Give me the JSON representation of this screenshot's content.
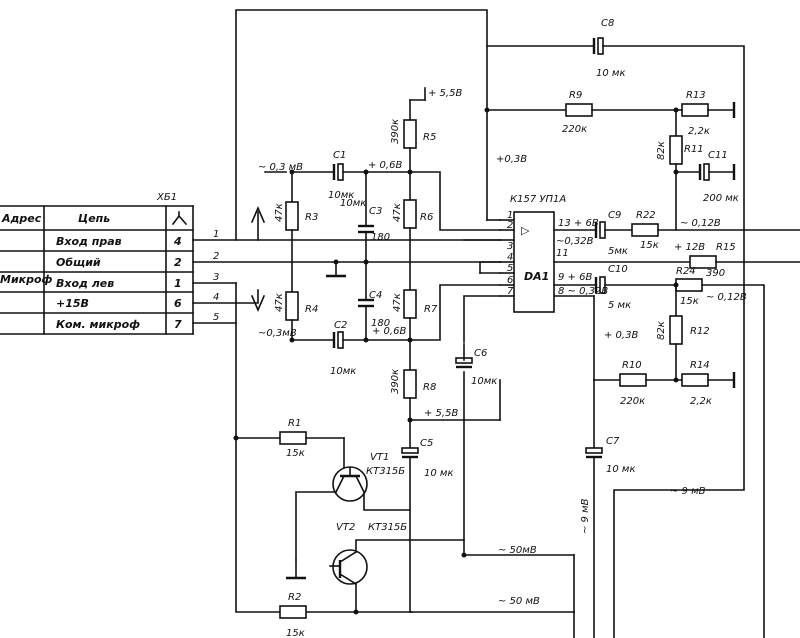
{
  "connector": {
    "id": "XБ1",
    "head_addr": "Адрес",
    "head_circuit": "Цепь",
    "rows": [
      {
        "name": "Вход прав",
        "pin": "4"
      },
      {
        "name": "Общий",
        "pin": "2"
      },
      {
        "name": "Вход лев",
        "pin": "1"
      },
      {
        "name": "+15В",
        "pin": "6"
      },
      {
        "name": "Ком. микроф",
        "pin": "7"
      }
    ],
    "addr": "Микроф"
  },
  "wire_numbers": [
    "1",
    "2",
    "3",
    "4",
    "5"
  ],
  "voltages": {
    "v03_top": "~ 0,3 мВ",
    "v03_bot": "~0,3мВ",
    "v068_top": "+ 0,6В",
    "v068_bot": "+ 0,6В",
    "v55_top": "+ 5,5В",
    "v55_bot": "+ 5,5В",
    "v038_top": "+0,3В",
    "v038_bot": "+ 0,3В",
    "pin13": "13 + 6В",
    "pin9": "9 + 6В",
    "pin11_mv": "~0,32В",
    "pin11": "11",
    "pin8": "8 ~ 0,32В",
    "out_012_top": "~ 0,12В",
    "out_12": "+ 12В",
    "out_012_bot": "~ 0,12В",
    "v9_right": "~ 9 мВ",
    "v9_c7": "~ 9 мВ",
    "v50_a": "~ 50мВ",
    "v50_b": "~ 50 мВ"
  },
  "components": {
    "C1": {
      "ref": "C1",
      "val": "10мк"
    },
    "C2": {
      "ref": "C2",
      "val": "10мк"
    },
    "C3": {
      "ref": "C3",
      "val": "10мк",
      "val2": "180"
    },
    "C4": {
      "ref": "C4",
      "val": "180"
    },
    "C5": {
      "ref": "C5",
      "val": "10 мк"
    },
    "C6": {
      "ref": "C6",
      "val": "10мк"
    },
    "C7": {
      "ref": "C7",
      "val": "10 мк"
    },
    "C8": {
      "ref": "C8",
      "val": "10 мк"
    },
    "C9": {
      "ref": "C9",
      "val": "5мк"
    },
    "C10": {
      "ref": "C10",
      "val": "5 мк"
    },
    "C11": {
      "ref": "C11",
      "val": "200 мк"
    },
    "R1": {
      "ref": "R1",
      "val": "15к"
    },
    "R2": {
      "ref": "R2",
      "val": "15к"
    },
    "R3": {
      "ref": "R3",
      "val": "47к"
    },
    "R4": {
      "ref": "R4",
      "val": "47к"
    },
    "R5": {
      "ref": "R5",
      "val": "390к"
    },
    "R6": {
      "ref": "R6",
      "val": "47к"
    },
    "R7": {
      "ref": "R7",
      "val": "47к"
    },
    "R8": {
      "ref": "R8",
      "val": "390к"
    },
    "R9": {
      "ref": "R9",
      "val": "220к"
    },
    "R10": {
      "ref": "R10",
      "val": "220к"
    },
    "R11": {
      "ref": "R11",
      "val": "82к"
    },
    "R12": {
      "ref": "R12",
      "val": "82к"
    },
    "R13": {
      "ref": "R13",
      "val": "2,2к"
    },
    "R14": {
      "ref": "R14",
      "val": "2,2к"
    },
    "R15": {
      "ref": "R15",
      "val": "390"
    },
    "R22": {
      "ref": "R22",
      "val": "15к"
    },
    "R24": {
      "ref": "R24",
      "val": "15к"
    },
    "VT1": {
      "ref": "VT1",
      "type": "КТ315Б"
    },
    "VT2": {
      "ref": "VT2",
      "type": "КТ315Б"
    },
    "DA1": {
      "ref": "DA1",
      "type": "К157 УП1А",
      "sym": "▷"
    }
  },
  "da1_pins": [
    "1",
    "2",
    "3",
    "4",
    "5",
    "6",
    "7"
  ]
}
